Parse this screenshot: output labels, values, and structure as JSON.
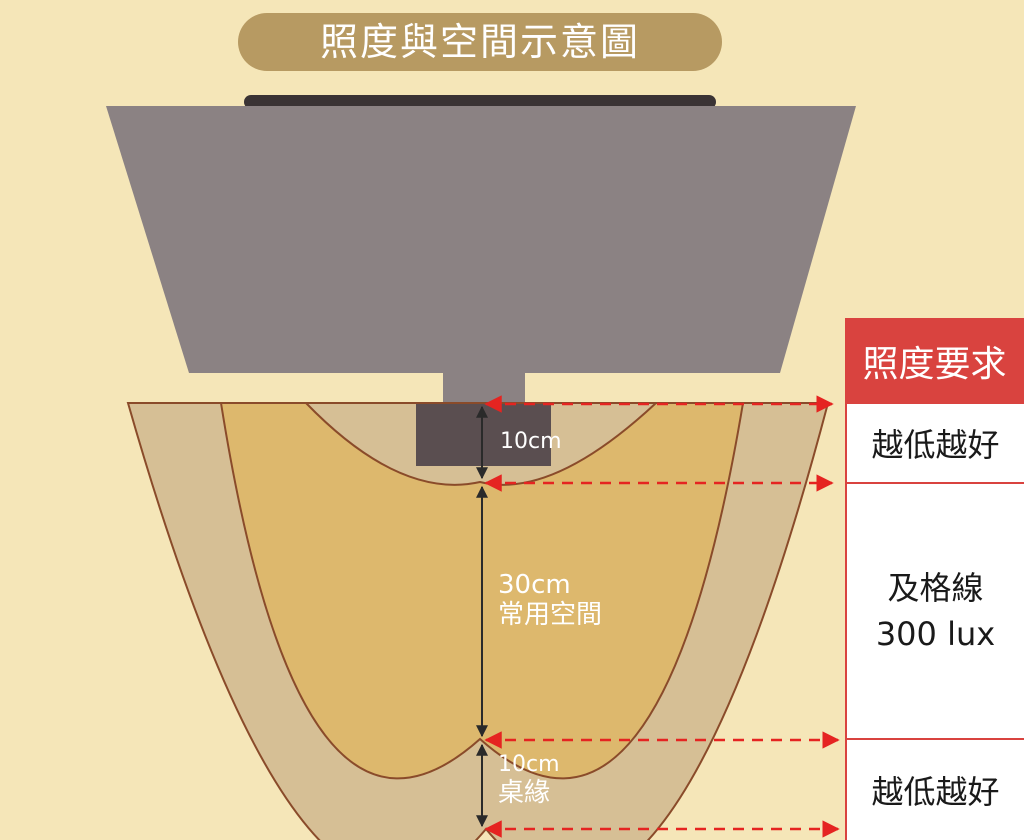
{
  "title": "照度與空間示意圖",
  "zones": {
    "top": {
      "size": "10cm"
    },
    "middle": {
      "size": "30cm",
      "name": "常用空間"
    },
    "bottom": {
      "size": "10cm",
      "name": "桌緣"
    }
  },
  "requirements": {
    "header": "照度要求",
    "top": "越低越好",
    "middle_line1": "及格線",
    "middle_line2": "300 lux",
    "bottom": "越低越好"
  },
  "colors": {
    "background": "#f5e6b8",
    "title_pill": "#b79a62",
    "lamp_shade": "#8b8283",
    "lamp_bar": "#3a3334",
    "lamp_block": "#5a4e50",
    "outer_band": "#d6bf95",
    "usable_zone": "#ddb86d",
    "outline": "#8a4b2a",
    "accent_red": "#d9433f",
    "arrow_red": "#e52421"
  }
}
